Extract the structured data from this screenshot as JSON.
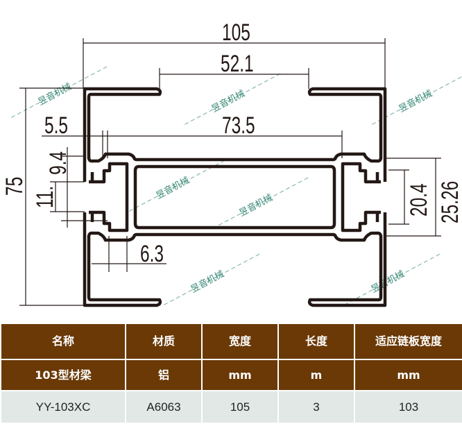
{
  "watermark": "昱音机械",
  "colors": {
    "line": "#231815",
    "header_bg": "#6a3906",
    "value_bg": "#e1e8e5",
    "watermark": "#3a8a78"
  },
  "dimensions": {
    "overall_width": "105",
    "top_opening": "52.1",
    "inner_width": "73.5",
    "side_offset": "5.5",
    "overall_height": "75",
    "slot_height": "9.4",
    "slot_opening": "11.",
    "wall_offset": "6.3",
    "right_inner": "20.4",
    "right_outer": "25.26"
  },
  "table": {
    "headers": [
      "名称",
      "材质",
      "宽度",
      "长度",
      "适应链板宽度"
    ],
    "units": [
      "103型材梁",
      "铝",
      "mm",
      "m",
      "mm"
    ],
    "values": [
      "YY-103XC",
      "A6063",
      "105",
      "3",
      "103"
    ]
  }
}
